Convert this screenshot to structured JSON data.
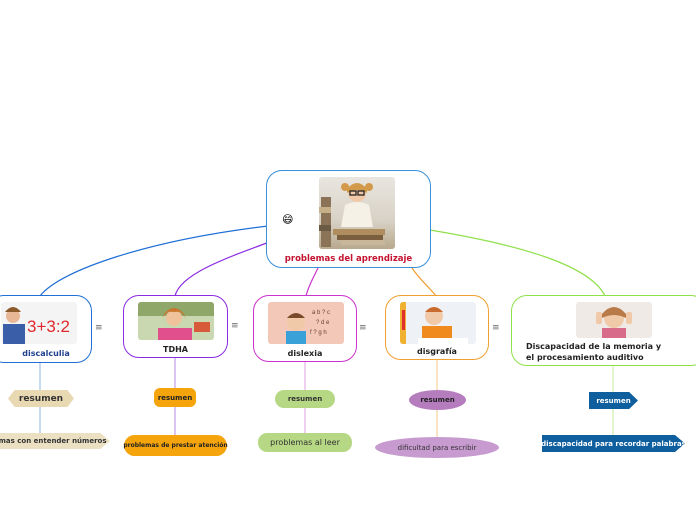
{
  "central": {
    "title": "problemas del aprendizaje",
    "emoji": "😄"
  },
  "branches": [
    {
      "title": "discalculia",
      "color": "#1f6fd6",
      "sub1": "resumen",
      "sub2": "lemas con entender números"
    },
    {
      "title": "TDHA",
      "color": "#8a2be2",
      "sub1": "resumen",
      "sub2": "problemas de prestar atención"
    },
    {
      "title": "dislexia",
      "color": "#cc33cc",
      "sub1": "resumen",
      "sub2": "problemas al leer"
    },
    {
      "title": "disgrafía",
      "color": "#f0a030",
      "sub1": "resumen",
      "sub2": "dificultad para escribir"
    },
    {
      "title": "Discapacidad de la memoria y el procesamiento auditivo",
      "color": "#8fe04a",
      "sub1": "resumen",
      "sub2": "discapacidad para recordar palabras"
    }
  ],
  "icons": {
    "menu": "≡"
  }
}
